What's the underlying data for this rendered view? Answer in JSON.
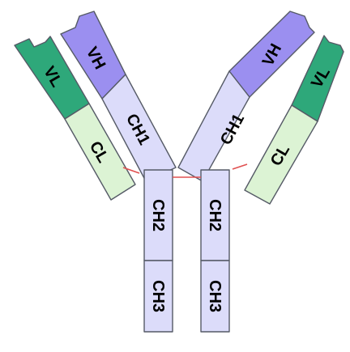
{
  "colors": {
    "variable_heavy": "#9b8ff0",
    "constant_heavy": "#dcdcfa",
    "variable_light": "#2ea87a",
    "constant_light": "#dcf3d4",
    "disulfide_bond": "#e05050",
    "outline": "#555a66"
  },
  "domains": {
    "left_light_variable": "VL",
    "left_light_constant": "CL",
    "left_heavy_variable": "VH",
    "left_heavy_ch1": "CH1",
    "right_light_variable": "VL",
    "right_light_constant": "CL",
    "right_heavy_variable": "VH",
    "right_heavy_ch1": "CH1",
    "left_stem_ch2": "CH2",
    "left_stem_ch3": "CH3",
    "right_stem_ch2": "CH2",
    "right_stem_ch3": "CH3"
  }
}
